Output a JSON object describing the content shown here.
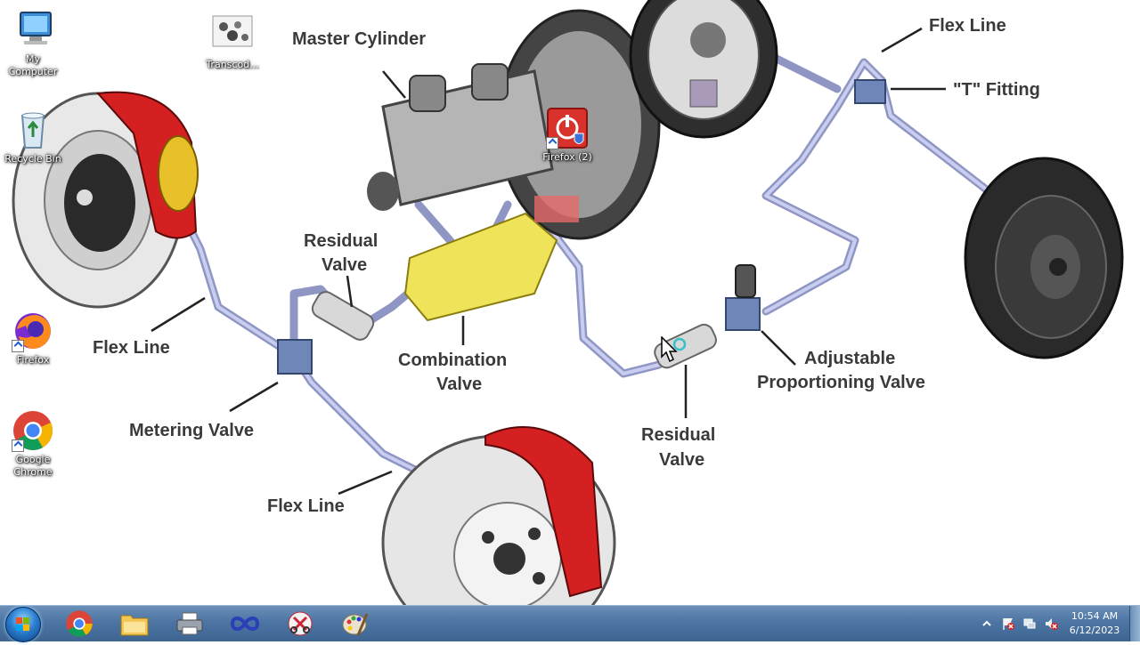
{
  "wallpaper": {
    "labels": {
      "master_cylinder": "Master Cylinder",
      "flex_line_top": "Flex Line",
      "t_fitting": "\"T\" Fitting",
      "residual_valve_left_1": "Residual",
      "residual_valve_left_2": "Valve",
      "flex_line_left": "Flex Line",
      "combination_valve_1": "Combination",
      "combination_valve_2": "Valve",
      "adjustable_1": "Adjustable",
      "adjustable_2": "Proportioning Valve",
      "residual_valve_right_1": "Residual",
      "residual_valve_right_2": "Valve",
      "metering_valve": "Metering Valve",
      "flex_line_bottom": "Flex Line"
    }
  },
  "desktop_icons": [
    {
      "label_1": "My",
      "label_2": "Computer",
      "icon": "computer-icon"
    },
    {
      "label_1": "Transcod...",
      "icon": "transcoder-icon"
    },
    {
      "label_1": "Recycle Bin",
      "icon": "recycle-bin-icon"
    },
    {
      "label_1": "Firefox (2)",
      "icon": "shutdown-shield-icon"
    },
    {
      "label_1": "Firefox",
      "icon": "firefox-icon"
    },
    {
      "label_1": "Google",
      "label_2": "Chrome",
      "icon": "chrome-icon"
    }
  ],
  "taskbar": {
    "pinned": [
      "chrome-icon",
      "file-explorer-icon",
      "printer-icon",
      "infinity-app-icon",
      "snipping-tool-icon",
      "paint-icon"
    ],
    "tray_icons": [
      "show-hidden-icons-chevron",
      "action-center-flag-icon",
      "network-icon",
      "volume-muted-icon"
    ],
    "clock_time": "10:54 AM",
    "clock_date": "6/12/2023"
  },
  "colors": {
    "taskbar": "#4d75a3",
    "caliper": "#d42020",
    "brake_line": "#b9bfe0"
  }
}
